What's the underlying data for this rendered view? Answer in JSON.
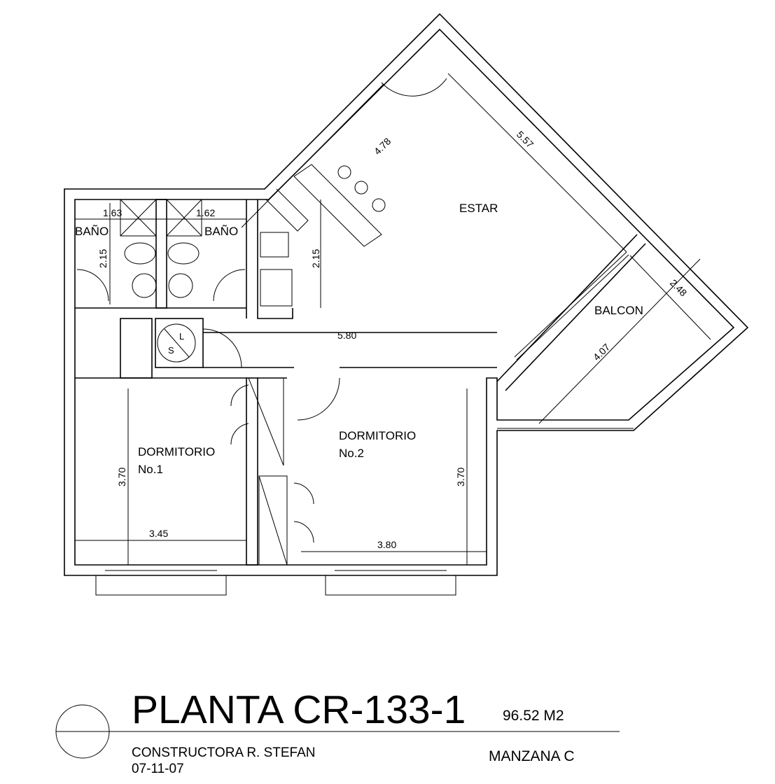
{
  "rooms": {
    "bano_1": "BAÑO",
    "bano_2": "BAÑO",
    "estar": "ESTAR",
    "balcon": "BALCON",
    "dorm1_line1": "DORMITORIO",
    "dorm1_line2": "No.1",
    "dorm2_line1": "DORMITORIO",
    "dorm2_line2": "No.2",
    "laundry_s": "S",
    "laundry_l": "L"
  },
  "dimensions": {
    "bano1_width": "1.63",
    "bano2_width": "1.62",
    "bano_depth": "2.15",
    "kitchen_depth": "2.15",
    "estar_width": "4.78",
    "estar_length": "5.57",
    "balcon_width": "2.48",
    "balcon_length": "4.07",
    "corridor_length": "5.80",
    "dorm1_depth": "3.70",
    "dorm1_width": "3.45",
    "dorm2_depth": "3.70",
    "dorm2_width": "3.80"
  },
  "title_block": {
    "title": "PLANTA CR-133-1",
    "area": "96.52 M2",
    "builder": "CONSTRUCTORA R. STEFAN",
    "date": "07-11-07",
    "block": "MANZANA C"
  }
}
